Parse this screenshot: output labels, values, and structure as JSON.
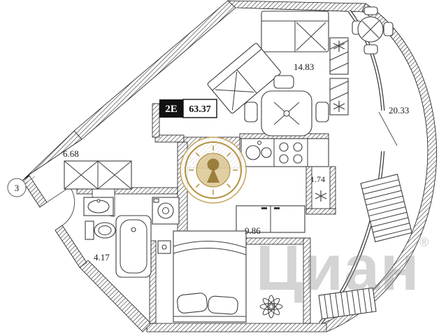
{
  "plan": {
    "unit": {
      "label": "2E",
      "area": "63.37"
    },
    "axis_marker": "3",
    "rooms": [
      {
        "name": "living-room",
        "area": "14.83"
      },
      {
        "name": "terrace",
        "area": "20.33"
      },
      {
        "name": "hallway",
        "area": "6.68"
      },
      {
        "name": "duct",
        "area": "1.74"
      },
      {
        "name": "bathroom",
        "area": "4.17"
      },
      {
        "name": "kitchen",
        "area": "9.86"
      }
    ],
    "watermark": {
      "text": "Циан",
      "reg": "®"
    },
    "colors": {
      "wall": "#222222",
      "gold": "#b3913f",
      "watermark_gray": "#8f8f8f"
    }
  }
}
